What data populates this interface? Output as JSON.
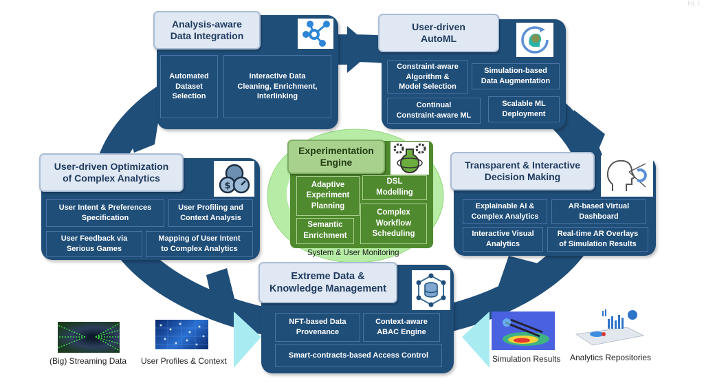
{
  "corner_text": "Hi, I",
  "modules": {
    "data_integration": {
      "title": "Analysis-aware\nData Integration",
      "icon": "network-node-icon",
      "items": [
        "Automated\nDataset\nSelection",
        "Interactive Data\nCleaning, Enrichment,\nInterlinking"
      ]
    },
    "automl": {
      "title": "User-driven\nAutoML",
      "icon": "brain-cycle-icon",
      "items": [
        "Constraint-aware\nAlgorithm &\nModel Selection",
        "Simulation-based\nData Augmentation",
        "Continual\nConstraint-aware ML",
        "Scalable ML\nDeployment"
      ]
    },
    "optimization": {
      "title": "User-driven Optimization\nof Complex Analytics",
      "icon": "cost-time-gear-icon",
      "items": [
        "User Intent & Preferences\nSpecification",
        "User Profiling and\nContext Analysis",
        "User Feedback via\nSerious Games",
        "Mapping of User Intent\nto Complex Analytics"
      ]
    },
    "decision": {
      "title": "Transparent & Interactive\nDecision Making",
      "icon": "head-vision-icon",
      "items": [
        "Explainable AI &\nComplex Analytics",
        "AR-based Virtual\nDashboard",
        "Interactive Visual\nAnalytics",
        "Real-time AR Overlays\nof Simulation Results"
      ]
    },
    "knowledge": {
      "title": "Extreme Data &\nKnowledge Management",
      "icon": "database-network-icon",
      "items": [
        "NFT-based Data\nProvenance",
        "Context-aware\nABAC Engine",
        "Smart-contracts-based Access Control"
      ]
    },
    "engine": {
      "title": "Experimentation\nEngine",
      "icon": "flask-gears-icon",
      "items": [
        "Adaptive\nExperiment\nPlanning",
        "DSL\nModelling",
        "Semantic\nEnrichment",
        "Complex\nWorkflow\nScheduling"
      ],
      "ring_label": "System & User Monitoring"
    }
  },
  "sources": [
    {
      "label": "(Big) Streaming Data",
      "icon": "streaming-data-image"
    },
    {
      "label": "User Profiles & Context",
      "icon": "user-profiles-image"
    },
    {
      "label": "Simulation Results",
      "icon": "simulation-results-image"
    },
    {
      "label": "Analytics Repositories",
      "icon": "analytics-repositories-image"
    }
  ],
  "colors": {
    "module_blue": "#1f4e79",
    "title_fill": "#dfe8f3",
    "engine_green": "#4f8a2e",
    "ring_green": "#b7eca6",
    "input_cyan": "#a8ecf2"
  }
}
